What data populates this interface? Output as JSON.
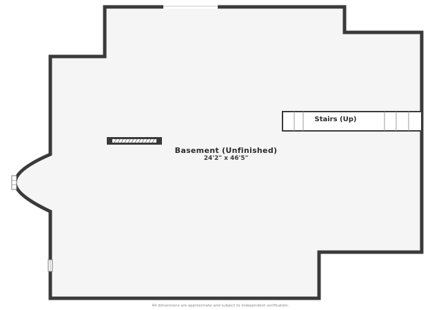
{
  "rooms": [
    {
      "name": "Basement (Unfinished)",
      "dimensions": "24'2\" x 46'5\""
    }
  ],
  "stairs": {
    "label": "Stairs (Up)"
  },
  "footer": {
    "disclaimer": "All dimensions are approximate and subject to independent verification."
  },
  "colors": {
    "wall": "#3a3a3a",
    "floor": "#f5f5f5",
    "background": "#ffffff"
  }
}
